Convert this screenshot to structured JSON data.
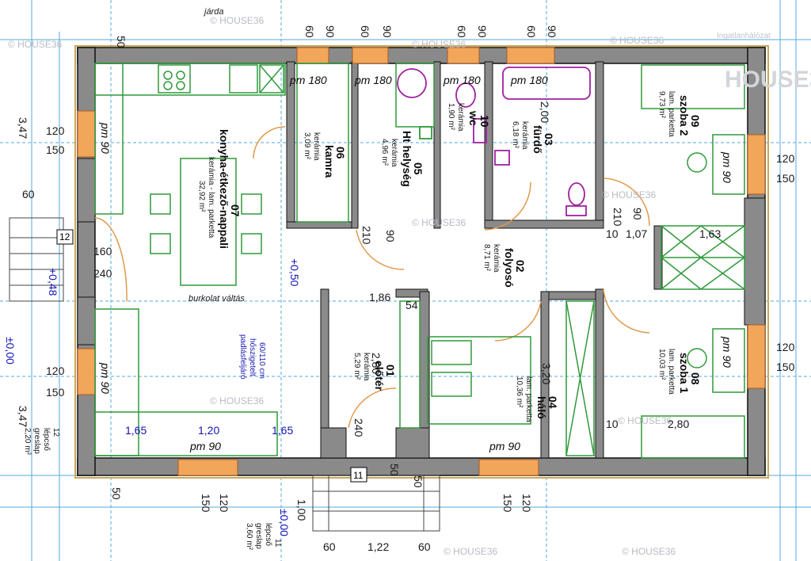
{
  "colors": {
    "wall": "#8a8a8a",
    "wall_edge": "#111111",
    "window": "#f2a65a",
    "furniture": "#2f9a3a",
    "dim_line": "#3399dd",
    "fixture": "#a020a0",
    "door": "#e09a4a",
    "watermark": "#c8ccd2"
  },
  "top_dims": {
    "jarda": "járda",
    "d50": "50",
    "d60a": "60",
    "d90a": "90",
    "d60b": "60",
    "d90b": "90",
    "d60c": "60",
    "d90c": "90",
    "d60d": "60",
    "d90d": "90"
  },
  "rooms": {
    "r07": {
      "num": "07",
      "name": "konyha-étkező-nappali",
      "floor": "kerámia - lam. parketta",
      "area": "32,92 m²"
    },
    "r06": {
      "num": "06",
      "name": "kamra",
      "floor": "kerámia",
      "area": "3,09 m²"
    },
    "r05": {
      "num": "05",
      "name": "Ht helység",
      "floor": "kerámia",
      "area": "4,96 m²"
    },
    "r10": {
      "num": "10",
      "name": "wc",
      "floor": "kerámia",
      "area": "1,90 m²"
    },
    "r03": {
      "num": "03",
      "name": "fürdő",
      "floor": "kerámia",
      "area": "6,18 m²"
    },
    "r09": {
      "num": "09",
      "name": "szoba 2",
      "floor": "lam. parketta",
      "area": "9,73 m²"
    },
    "r02": {
      "num": "02",
      "name": "folyosó",
      "floor": "kerámia",
      "area": "8,71 m²"
    },
    "r01": {
      "num": "01",
      "name": "előtér",
      "floor": "kerámia",
      "area": "5,29 m²"
    },
    "r04": {
      "num": "04",
      "name": "háló",
      "floor": "lam. parketta",
      "area": "10,36 m²"
    },
    "r08": {
      "num": "08",
      "name": "szoba 1",
      "floor": "lam. parketta",
      "area": "10,03 m²"
    },
    "r12": {
      "num": "12",
      "name": "lépcső",
      "floor": "greslap",
      "area": "2,20 m²"
    },
    "r11": {
      "num": "11",
      "name": "lépcső",
      "floor": "greslap",
      "area": "3,60 m²"
    }
  },
  "pm_labels": {
    "pm180a": "pm 180",
    "pm180b": "pm 180",
    "pm180c": "pm 180",
    "pm180d": "pm 180",
    "pm90a": "pm 90",
    "pm90b": "pm 90",
    "pm90c": "pm 90",
    "pm90d": "pm 90",
    "pm90e": "pm 90",
    "pm90f": "pm 90"
  },
  "notes": {
    "burkolat": "burkolat váltás",
    "cm": "60/110 cm",
    "hoszig": "hőszigetelt",
    "padlas": "padlásfeljáró"
  },
  "side_dims": {
    "l120a": "120",
    "l150a": "150",
    "l347a": "3,47",
    "l60": "60",
    "l120b": "120",
    "l150b": "150",
    "l347b": "3,47",
    "r120a": "120",
    "r150a": "150",
    "r120b": "120",
    "r150b": "150",
    "p048": "+0,48",
    "p000a": "±0,00",
    "p050": "+0,50",
    "p000b": "±0,00",
    "m100": "1,00"
  },
  "inner_dims": {
    "d160": "160",
    "d240a": "240",
    "d165a": "1,65",
    "d120": "1,20",
    "d165b": "1,65",
    "d186": "1,86",
    "d54": "54",
    "d280": "2,80",
    "d240b": "240",
    "d107": "1,07",
    "d163": "1,63",
    "d210a": "210",
    "d90e": "90",
    "d210b": "210",
    "d90f": "90",
    "d10a": "10",
    "d320": "3,20",
    "d280b": "2,80",
    "d200": "2,00",
    "d10b": "10"
  },
  "bottom_dims": {
    "b50a": "50",
    "b150a": "150",
    "b120a": "120",
    "b50b": "50",
    "b50c": "50",
    "b150b": "150",
    "b120b": "120",
    "b60a": "60",
    "b122": "1,22",
    "b60b": "60",
    "b12": "12",
    "b11": "11"
  },
  "watermarks": {
    "w": "© HOUSE36",
    "logo_top": "Ingatlanhálózat",
    "logo_main": "HOUSE36"
  }
}
